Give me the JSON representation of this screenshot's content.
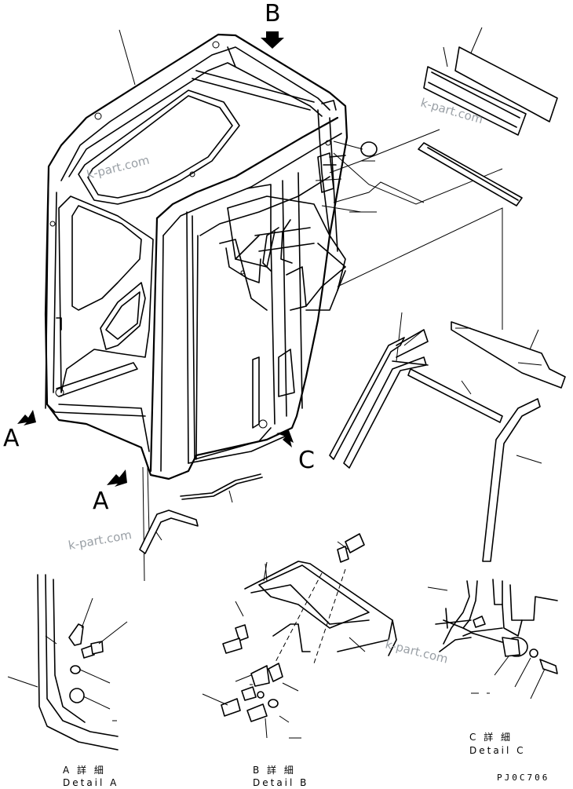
{
  "view_labels": {
    "a_left": "A",
    "a_bottom": "A",
    "b_top": "B",
    "c_right": "C"
  },
  "details": {
    "a": {
      "ja": "A 詳 細",
      "en": "Detail A"
    },
    "b": {
      "ja": "B 詳 細",
      "en": "Detail B"
    },
    "c": {
      "ja": "C 詳 細",
      "en": "Detail C"
    }
  },
  "watermarks": [
    "k-part.com",
    "k-part.com",
    "k-part.com",
    "k-part.com"
  ],
  "drawing_code": "PJ0C706"
}
